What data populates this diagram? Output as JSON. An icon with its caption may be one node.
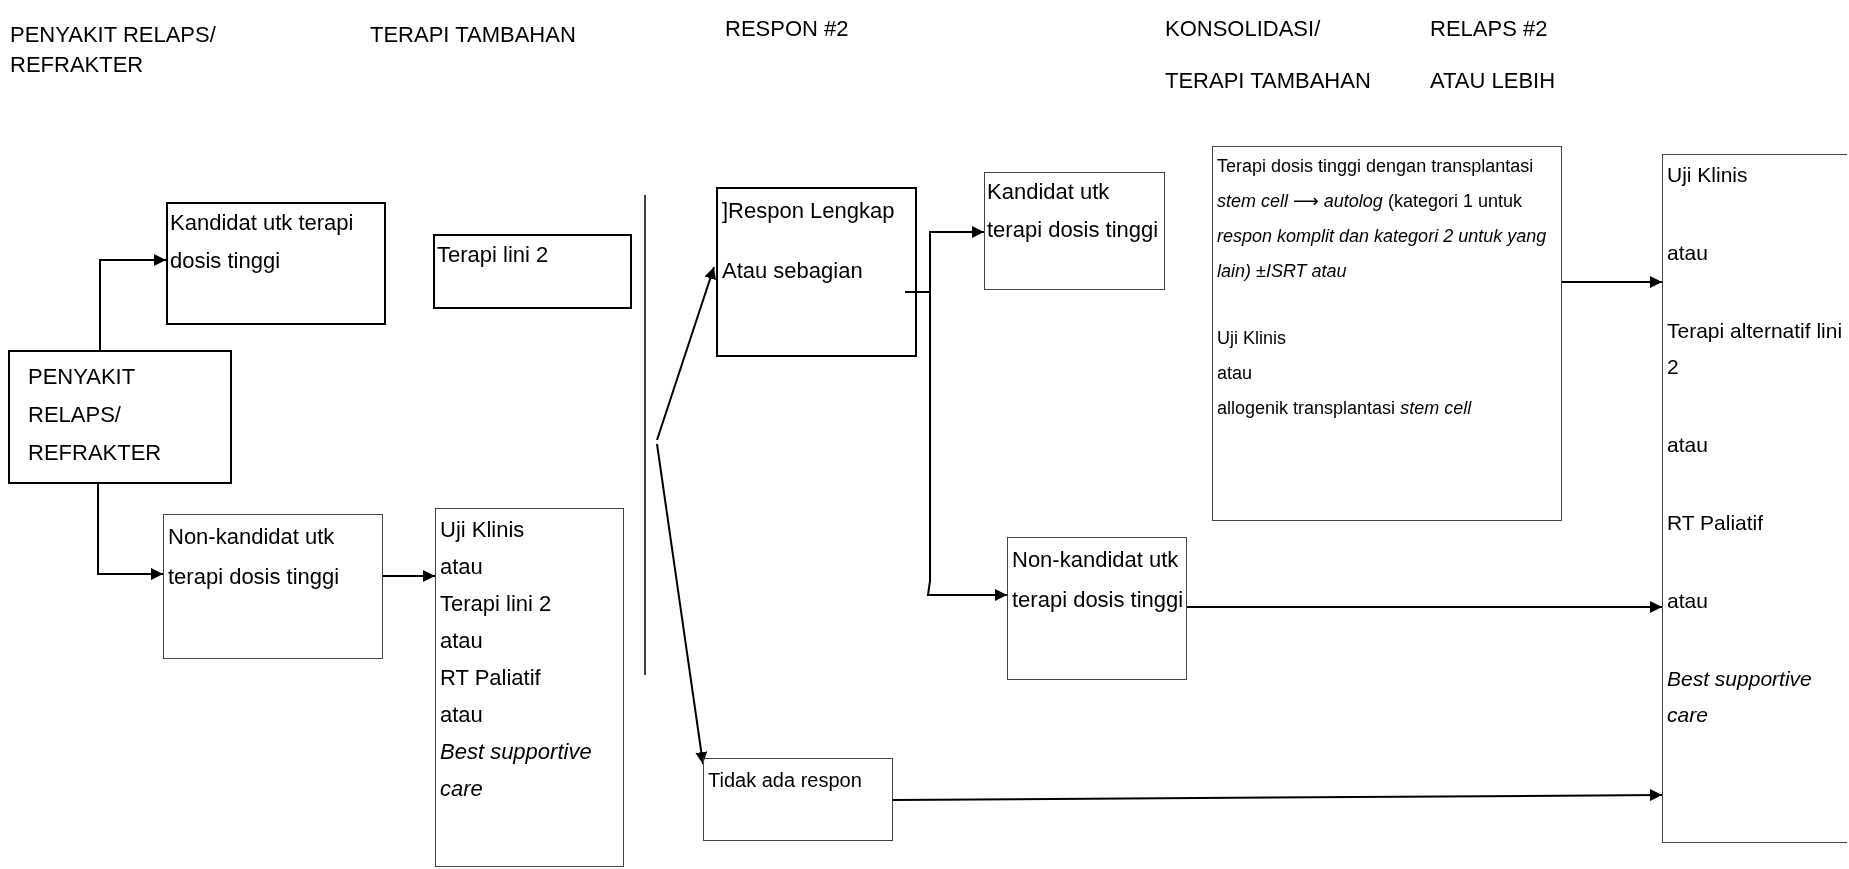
{
  "diagram": {
    "nodes": [
      {
        "text": [
          "PENYAKIT RELAPS/ REFRAKTER"
        ]
      },
      {
        "text": [
          "Kandidat utk terapi dosis tinggi"
        ]
      },
      {
        "text": [
          "Terapi lini 2"
        ]
      },
      {
        "text": [
          "Non-kandidat utk terapi dosis tinggi"
        ]
      },
      {
        "text": [
          "Uji Klinis",
          "atau",
          "Terapi lini 2",
          "atau",
          "RT Paliatif",
          "atau",
          "Best supportive care"
        ]
      },
      {
        "text": [
          "]Respon Lengkap",
          "Atau sebagian"
        ]
      },
      {
        "text": [
          "Kandidat utk terapi dosis tinggi"
        ]
      },
      {
        "text": [
          "Terapi dosis tinggi dengan transplantasi *stem cell* ⟶ *autolog* (kategori 1 untuk *respon komplit dan kategori 2 untuk yang lain)* ±*ISRT atau*",
          "Uji Klinis",
          "atau",
          "allogenik transplantasi *stem cell*"
        ]
      },
      {
        "text": [
          "Non-kandidat utk terapi dosis tinggi"
        ]
      },
      {
        "text": [
          "Tidak ada respon"
        ]
      },
      {
        "text": [
          "Uji Klinis",
          "atau",
          "Terapi alternatif lini 2",
          "atau",
          "RT Paliatif",
          "atau",
          "Best supportive care"
        ]
      }
    ],
    "edges": [
      {
        "from": 0,
        "to": 1,
        "arrow": "to"
      },
      {
        "from": 0,
        "to": 3,
        "arrow": "to"
      },
      {
        "from": 3,
        "to": 4,
        "arrow": "to"
      },
      {
        "from": null,
        "to": 5,
        "arrow": "to"
      },
      {
        "from": null,
        "to": 9,
        "arrow": "to"
      },
      {
        "from": 5,
        "to": 6,
        "arrow": "to"
      },
      {
        "from": 5,
        "to": 8,
        "arrow": "to"
      },
      {
        "from": 7,
        "to": 10,
        "arrow": "to"
      },
      {
        "from": 8,
        "to": 10,
        "arrow": "to"
      },
      {
        "from": 9,
        "to": 10,
        "arrow": "to"
      }
    ],
    "labels": [
      "PENYAKIT RELAPS/ REFRAKTER",
      "TERAPI TAMBAHAN",
      "RESPON #2",
      "KONSOLIDASI/",
      "TERAPI TAMBAHAN",
      "RELAPS #2",
      "ATAU LEBIH"
    ]
  }
}
